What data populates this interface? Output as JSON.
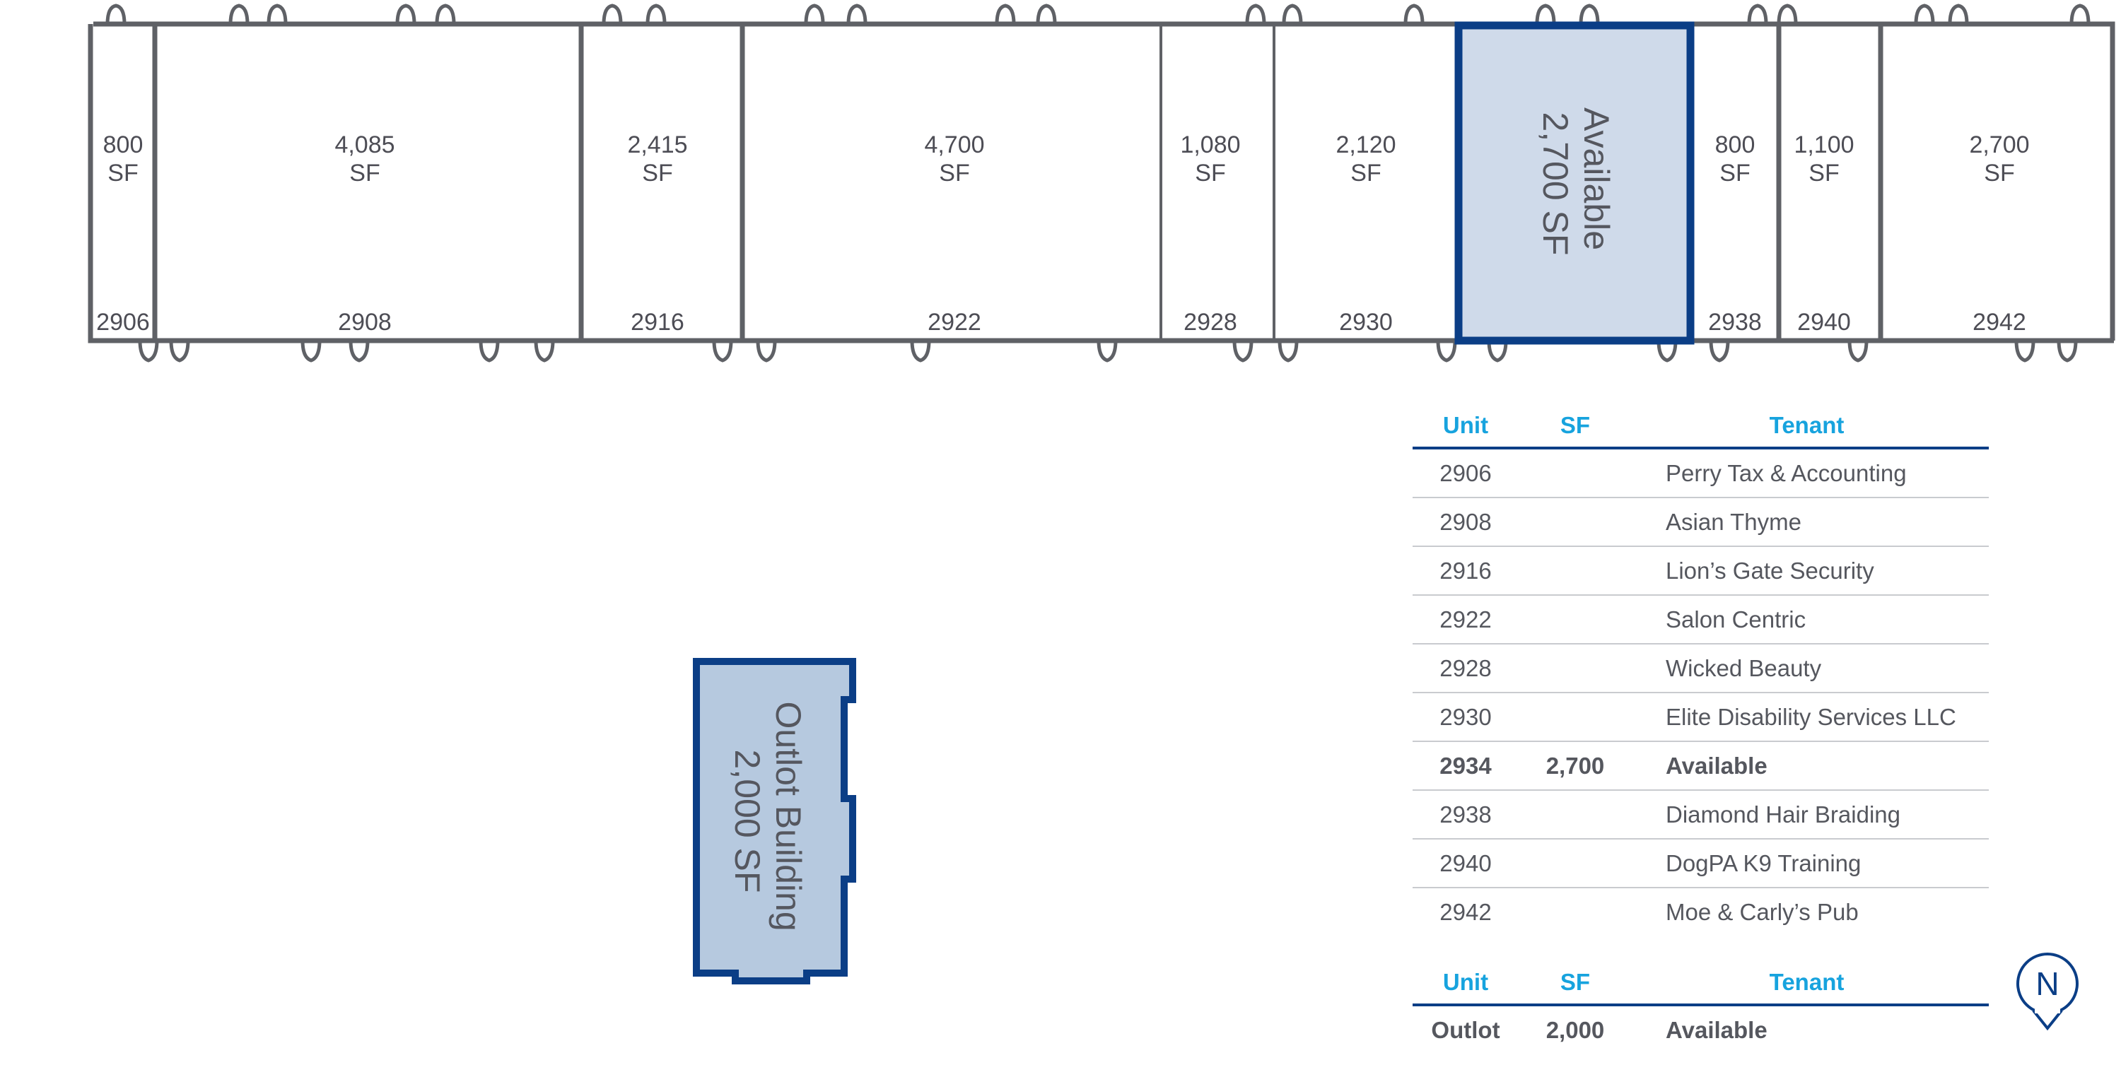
{
  "site_plan": {
    "strip_units": [
      {
        "unit": "2906",
        "sf": "800",
        "sf_unit": "SF",
        "status": "leased"
      },
      {
        "unit": "2908",
        "sf": "4,085",
        "sf_unit": "SF",
        "status": "leased"
      },
      {
        "unit": "2916",
        "sf": "2,415",
        "sf_unit": "SF",
        "status": "leased"
      },
      {
        "unit": "2922",
        "sf": "4,700",
        "sf_unit": "SF",
        "status": "leased"
      },
      {
        "unit": "2928",
        "sf": "1,080",
        "sf_unit": "SF",
        "status": "leased"
      },
      {
        "unit": "2930",
        "sf": "2,120",
        "sf_unit": "SF",
        "status": "leased"
      },
      {
        "unit": "",
        "sf": "",
        "sf_unit": "",
        "status": "available"
      },
      {
        "unit": "2938",
        "sf": "800",
        "sf_unit": "SF",
        "status": "leased"
      },
      {
        "unit": "2940",
        "sf": "1,100",
        "sf_unit": "SF",
        "status": "leased"
      },
      {
        "unit": "2942",
        "sf": "2,700",
        "sf_unit": "SF",
        "status": "leased"
      }
    ],
    "available_unit": {
      "line1": "Available",
      "line2": "2,700 SF"
    },
    "outlot_building": {
      "line1": "Outlot Building",
      "line2": "2,000 SF"
    },
    "north_arrow": {
      "letter": "N",
      "icon": "north-arrow-icon"
    },
    "colors": {
      "outline": "#5f6166",
      "highlight_border": "#0b3e86",
      "highlight_fill_unit": "#cfdaea",
      "highlight_fill_outlot": "#b6c9df",
      "header_text": "#17a3de",
      "body_text": "#55575e"
    }
  },
  "tenant_table": {
    "headers": {
      "unit": "Unit",
      "sf": "SF",
      "tenant": "Tenant"
    },
    "rows": [
      {
        "unit": "2906",
        "sf": "",
        "tenant": "Perry Tax & Accounting"
      },
      {
        "unit": "2908",
        "sf": "",
        "tenant": "Asian Thyme"
      },
      {
        "unit": "2916",
        "sf": "",
        "tenant": "Lion’s Gate Security"
      },
      {
        "unit": "2922",
        "sf": "",
        "tenant": "Salon Centric"
      },
      {
        "unit": "2928",
        "sf": "",
        "tenant": "Wicked Beauty"
      },
      {
        "unit": "2930",
        "sf": "",
        "tenant": "Elite Disability Services LLC"
      },
      {
        "unit": "2934",
        "sf": "2,700",
        "tenant": "Available",
        "highlight": true
      },
      {
        "unit": "2938",
        "sf": "",
        "tenant": "Diamond Hair Braiding"
      },
      {
        "unit": "2940",
        "sf": "",
        "tenant": "DogPA K9 Training"
      },
      {
        "unit": "2942",
        "sf": "",
        "tenant": "Moe & Carly’s Pub"
      }
    ]
  },
  "outlot_table": {
    "headers": {
      "unit": "Unit",
      "sf": "SF",
      "tenant": "Tenant"
    },
    "rows": [
      {
        "unit": "Outlot",
        "sf": "2,000",
        "tenant": "Available"
      }
    ]
  }
}
